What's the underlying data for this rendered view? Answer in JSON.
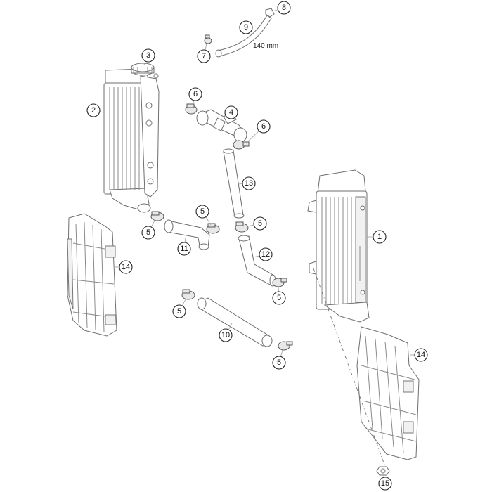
{
  "callouts": [
    "1",
    "2",
    "3",
    "4",
    "5",
    "6",
    "7",
    "8",
    "9",
    "10",
    "11",
    "12",
    "13",
    "14",
    "15"
  ],
  "dimension": "140 mm"
}
